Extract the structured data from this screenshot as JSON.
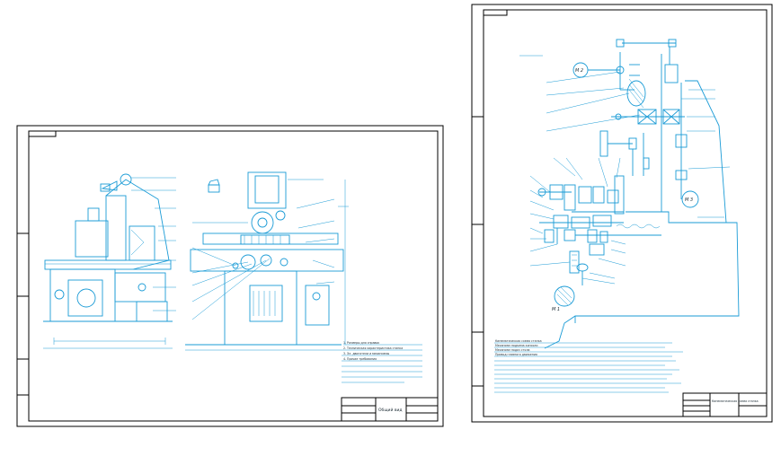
{
  "sheet_left": {
    "title_block_name": "Общий вид",
    "notes": [
      "1. Размеры для справок",
      "2. Техническая характеристика станка",
      "3. Эл. двигатели и механизмы",
      "4. Прочие требования"
    ]
  },
  "sheet_right": {
    "title_block_name": "Кинематическая схема станка",
    "motor_labels": [
      "М 1",
      "М 2",
      "М 3"
    ],
    "notes": [
      "Кинематическая схема станка",
      "Механизм подъема консоли",
      "Механизм подач стола",
      "Привод главного движения"
    ]
  },
  "colors": {
    "line": "#1a9bd6",
    "frame": "#000000",
    "background": "#ffffff"
  }
}
